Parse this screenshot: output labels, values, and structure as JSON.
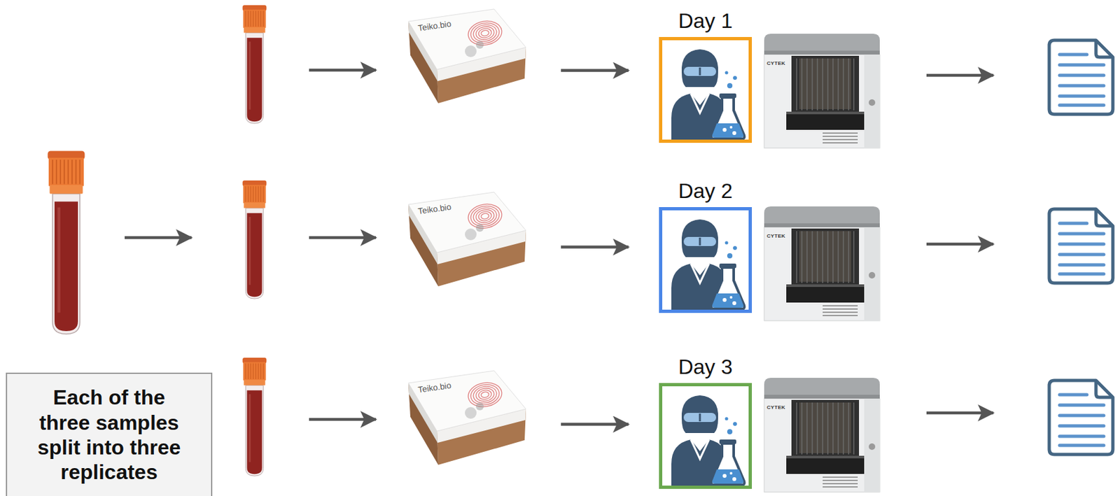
{
  "diagram": {
    "nodes": [
      {
        "text": [
          "Teiko.bio"
        ]
      },
      {
        "text": [
          "Day 1"
        ]
      },
      {
        "text": [
          "Teiko.bio"
        ]
      },
      {
        "text": [
          "Day 2"
        ]
      },
      {
        "text": [
          "Each of the three samples split into three replicates"
        ]
      },
      {
        "text": [
          "Teiko.bio"
        ]
      },
      {
        "text": [
          "Day 3"
        ]
      }
    ],
    "edges": [
      {
        "from": 0,
        "to": 1,
        "arrow": "to"
      },
      {
        "from": 2,
        "to": 3,
        "arrow": "to"
      },
      {
        "from": 5,
        "to": 6,
        "arrow": "to"
      }
    ],
    "labels": [
      "CYTEK",
      "CYTEK",
      "CYTEK"
    ]
  }
}
